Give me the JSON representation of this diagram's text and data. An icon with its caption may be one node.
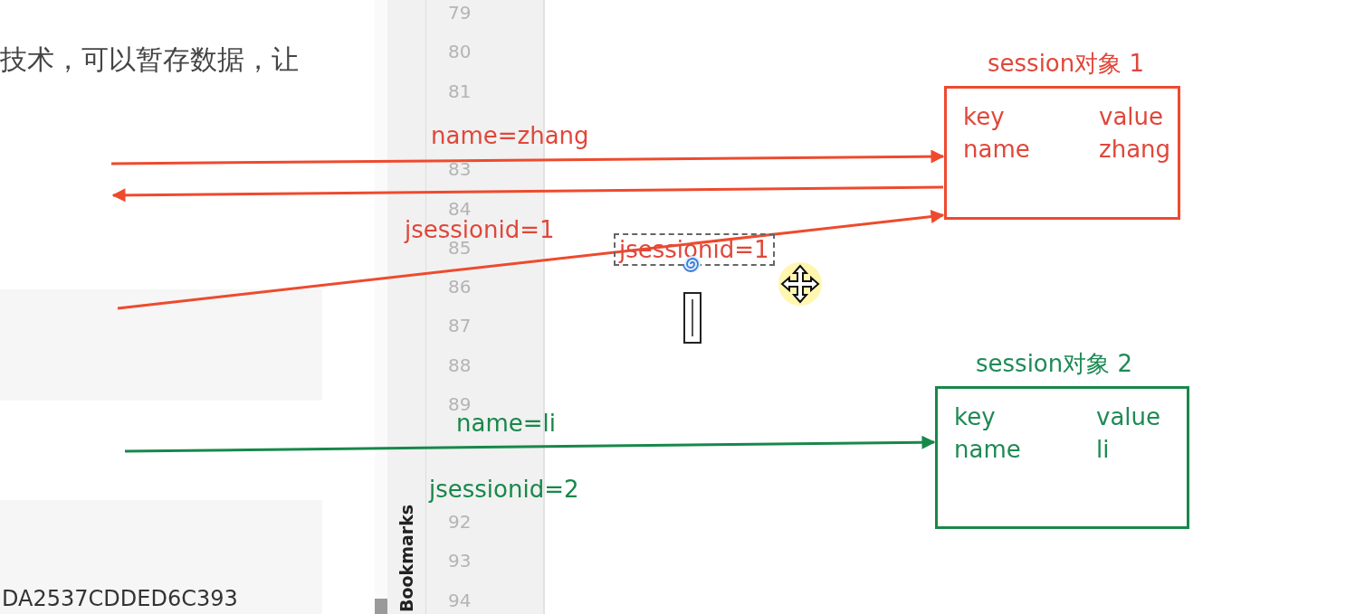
{
  "diagram": {
    "nodes": [
      {
        "text": [
          "session对象 1",
          "key",
          "value",
          "name",
          "zhang"
        ]
      },
      {
        "text": [
          "session对象 2",
          "key",
          "value",
          "name",
          "li"
        ]
      }
    ],
    "edges": [
      {
        "from": null,
        "to": 0,
        "arrow": "to",
        "label": "name=zhang"
      },
      {
        "from": 0,
        "to": null,
        "arrow": "to",
        "label": "jsessionid=1"
      },
      {
        "from": null,
        "to": 0,
        "arrow": "to",
        "label": "jsessionid=1"
      },
      {
        "from": null,
        "to": 1,
        "arrow": "to",
        "label": "name=li",
        "color": "#17884a"
      }
    ],
    "labels": [
      "技术，可以暂存数据，让",
      "79",
      "80",
      "81",
      "83",
      "84",
      "85",
      "86",
      "87",
      "88",
      "89",
      "92",
      "93",
      "94",
      "Bookmarks",
      "jsessionid=2",
      "DA2537CDDED6C393"
    ]
  }
}
